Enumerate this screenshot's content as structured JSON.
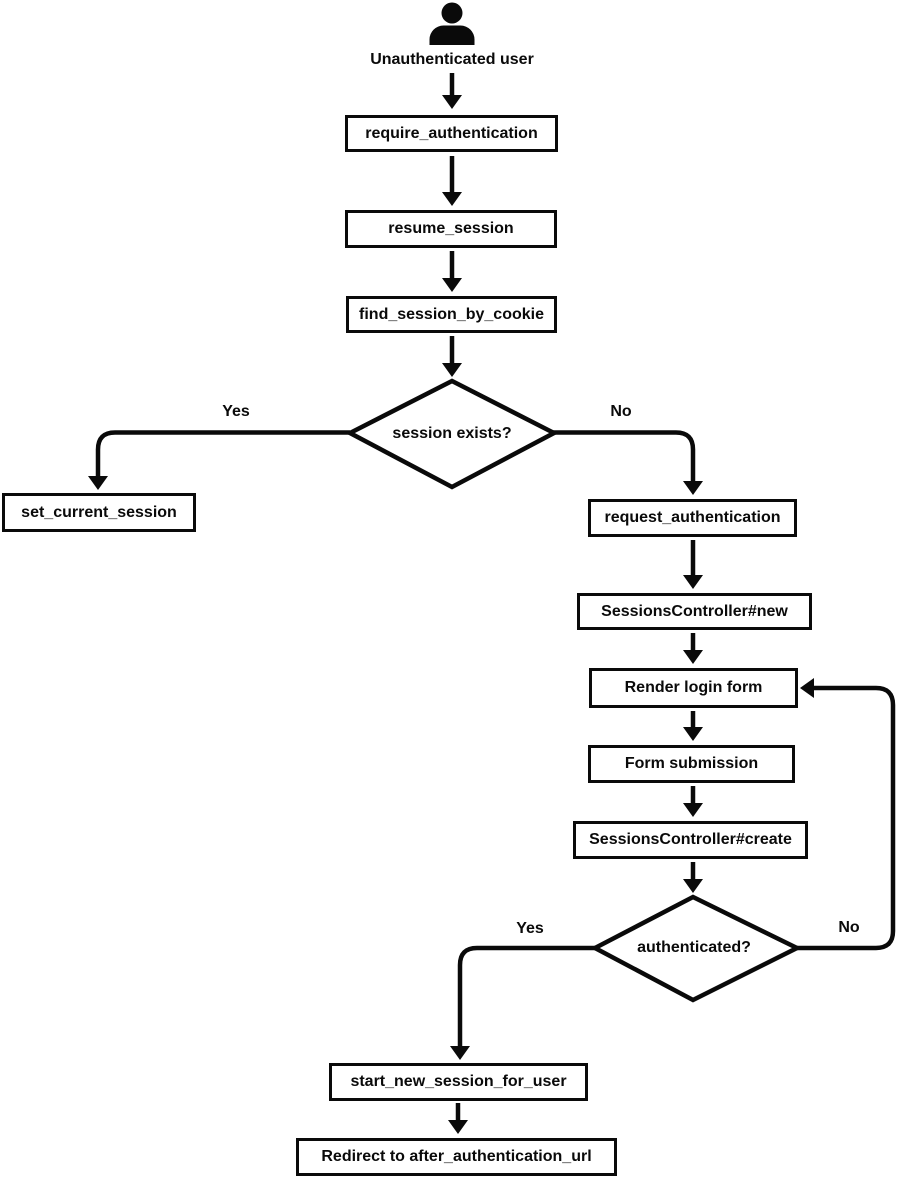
{
  "diagram": {
    "type": "flowchart",
    "colors": {
      "ink": "#0a0a0a",
      "background": "#ffffff",
      "node_fill": "#ffffff"
    },
    "actor": {
      "icon": "user-icon",
      "label": "Unauthenticated user"
    },
    "nodes": {
      "require_authentication": "require_authentication",
      "resume_session": "resume_session",
      "find_session_by_cookie": "find_session_by_cookie",
      "session_exists": "session exists?",
      "set_current_session": "set_current_session",
      "request_authentication": "request_authentication",
      "sessions_controller_new": "SessionsController#new",
      "render_login_form": "Render login form",
      "form_submission": "Form submission",
      "sessions_controller_create": "SessionsController#create",
      "authenticated": "authenticated?",
      "start_new_session_for_user": "start_new_session_for_user",
      "redirect_to_after_authentication_url": "Redirect to after_authentication_url"
    },
    "edge_labels": {
      "session_exists_yes": "Yes",
      "session_exists_no": "No",
      "authenticated_yes": "Yes",
      "authenticated_no": "No"
    },
    "edges": [
      {
        "from": "unauthenticated_user",
        "to": "require_authentication",
        "label": ""
      },
      {
        "from": "require_authentication",
        "to": "resume_session",
        "label": ""
      },
      {
        "from": "resume_session",
        "to": "find_session_by_cookie",
        "label": ""
      },
      {
        "from": "find_session_by_cookie",
        "to": "session_exists",
        "label": ""
      },
      {
        "from": "session_exists",
        "to": "set_current_session",
        "label": "Yes"
      },
      {
        "from": "session_exists",
        "to": "request_authentication",
        "label": "No"
      },
      {
        "from": "request_authentication",
        "to": "sessions_controller_new",
        "label": ""
      },
      {
        "from": "sessions_controller_new",
        "to": "render_login_form",
        "label": ""
      },
      {
        "from": "render_login_form",
        "to": "form_submission",
        "label": ""
      },
      {
        "from": "form_submission",
        "to": "sessions_controller_create",
        "label": ""
      },
      {
        "from": "sessions_controller_create",
        "to": "authenticated",
        "label": ""
      },
      {
        "from": "authenticated",
        "to": "start_new_session_for_user",
        "label": "Yes"
      },
      {
        "from": "authenticated",
        "to": "render_login_form",
        "label": "No"
      },
      {
        "from": "start_new_session_for_user",
        "to": "redirect_to_after_authentication_url",
        "label": ""
      }
    ]
  }
}
